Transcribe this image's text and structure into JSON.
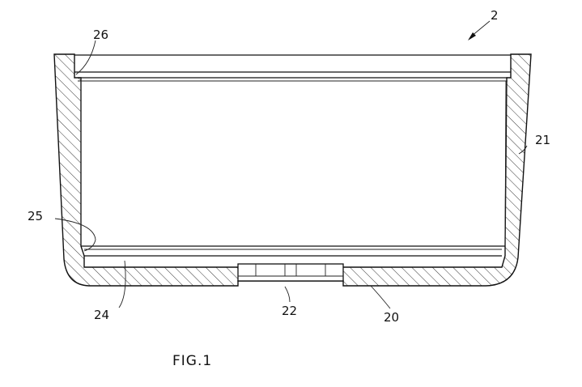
{
  "figure": {
    "caption": "FIG.1",
    "labels": {
      "assembly": "2",
      "bottom_wall": "20",
      "side_wall": "21",
      "boss": "22",
      "bottom_surface": "24",
      "lower_step": "25",
      "upper_step": "26"
    }
  }
}
